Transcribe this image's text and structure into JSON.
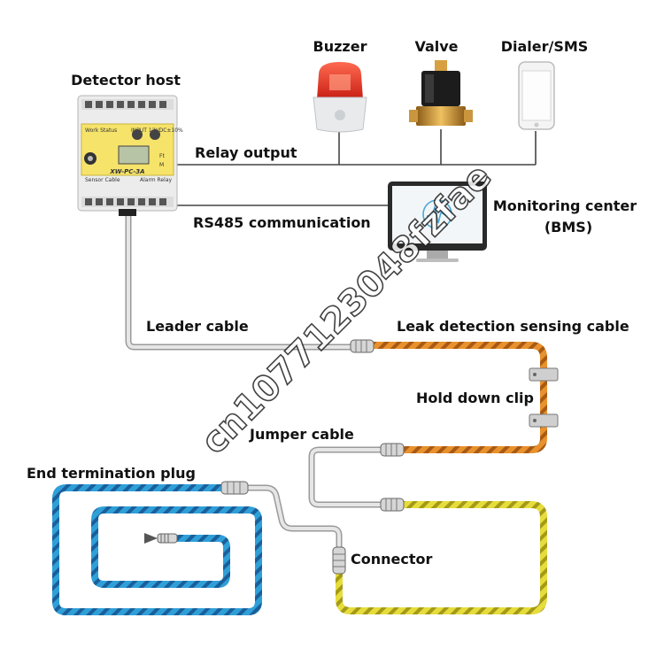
{
  "labels": {
    "detector_host": "Detector host",
    "buzzer": "Buzzer",
    "valve": "Valve",
    "dialer": "Dialer/SMS",
    "relay_output": "Relay output",
    "rs485": "RS485 communication",
    "monitoring_center_l1": "Monitoring center",
    "monitoring_center_l2": "(BMS)",
    "leader_cable": "Leader cable",
    "leak_cable": "Leak detection sensing cable",
    "hold_down_clip": "Hold down clip",
    "jumper_cable": "Jumper cable",
    "end_plug": "End termination plug",
    "connector": "Connector"
  },
  "device": {
    "model": "XW-PC-3A",
    "text_sensor_cable": "Sensor Cable",
    "text_alarm_relay": "Alarm Relay",
    "text_input": "INPUT 12VDC±10%",
    "text_ft": "Ft",
    "text_m": "M",
    "text_work_status": "Work Status"
  },
  "watermark": "cn1077123048fzfae",
  "colors": {
    "orange_cable": "#e8912d",
    "yellow_cable": "#e6dc3c",
    "blue_cable": "#2f9fd8",
    "grey_cable": "#c9c9c9",
    "device_yellow": "#f6e36a",
    "buzzer_red": "#e03a2c"
  }
}
